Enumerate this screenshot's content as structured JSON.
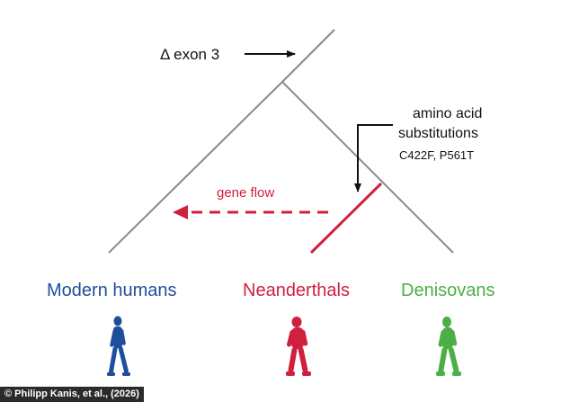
{
  "annotations": {
    "exon_deletion": "Δ exon 3",
    "substitutions_line1": "amino acid",
    "substitutions_line2": "substitutions",
    "substitutions_detail": "C422F, P561T",
    "gene_flow": "gene flow"
  },
  "populations": [
    {
      "name": "Modern humans",
      "color": "#1f4e9c"
    },
    {
      "name": "Neanderthals",
      "color": "#d11f3f"
    },
    {
      "name": "Denisovans",
      "color": "#4caf45"
    }
  ],
  "colors": {
    "tree_line": "#8a8a8a",
    "arrow": "#111111",
    "gene_flow": "#d11f3f"
  },
  "credit": "© Philipp Kanis, et al., (2026)"
}
